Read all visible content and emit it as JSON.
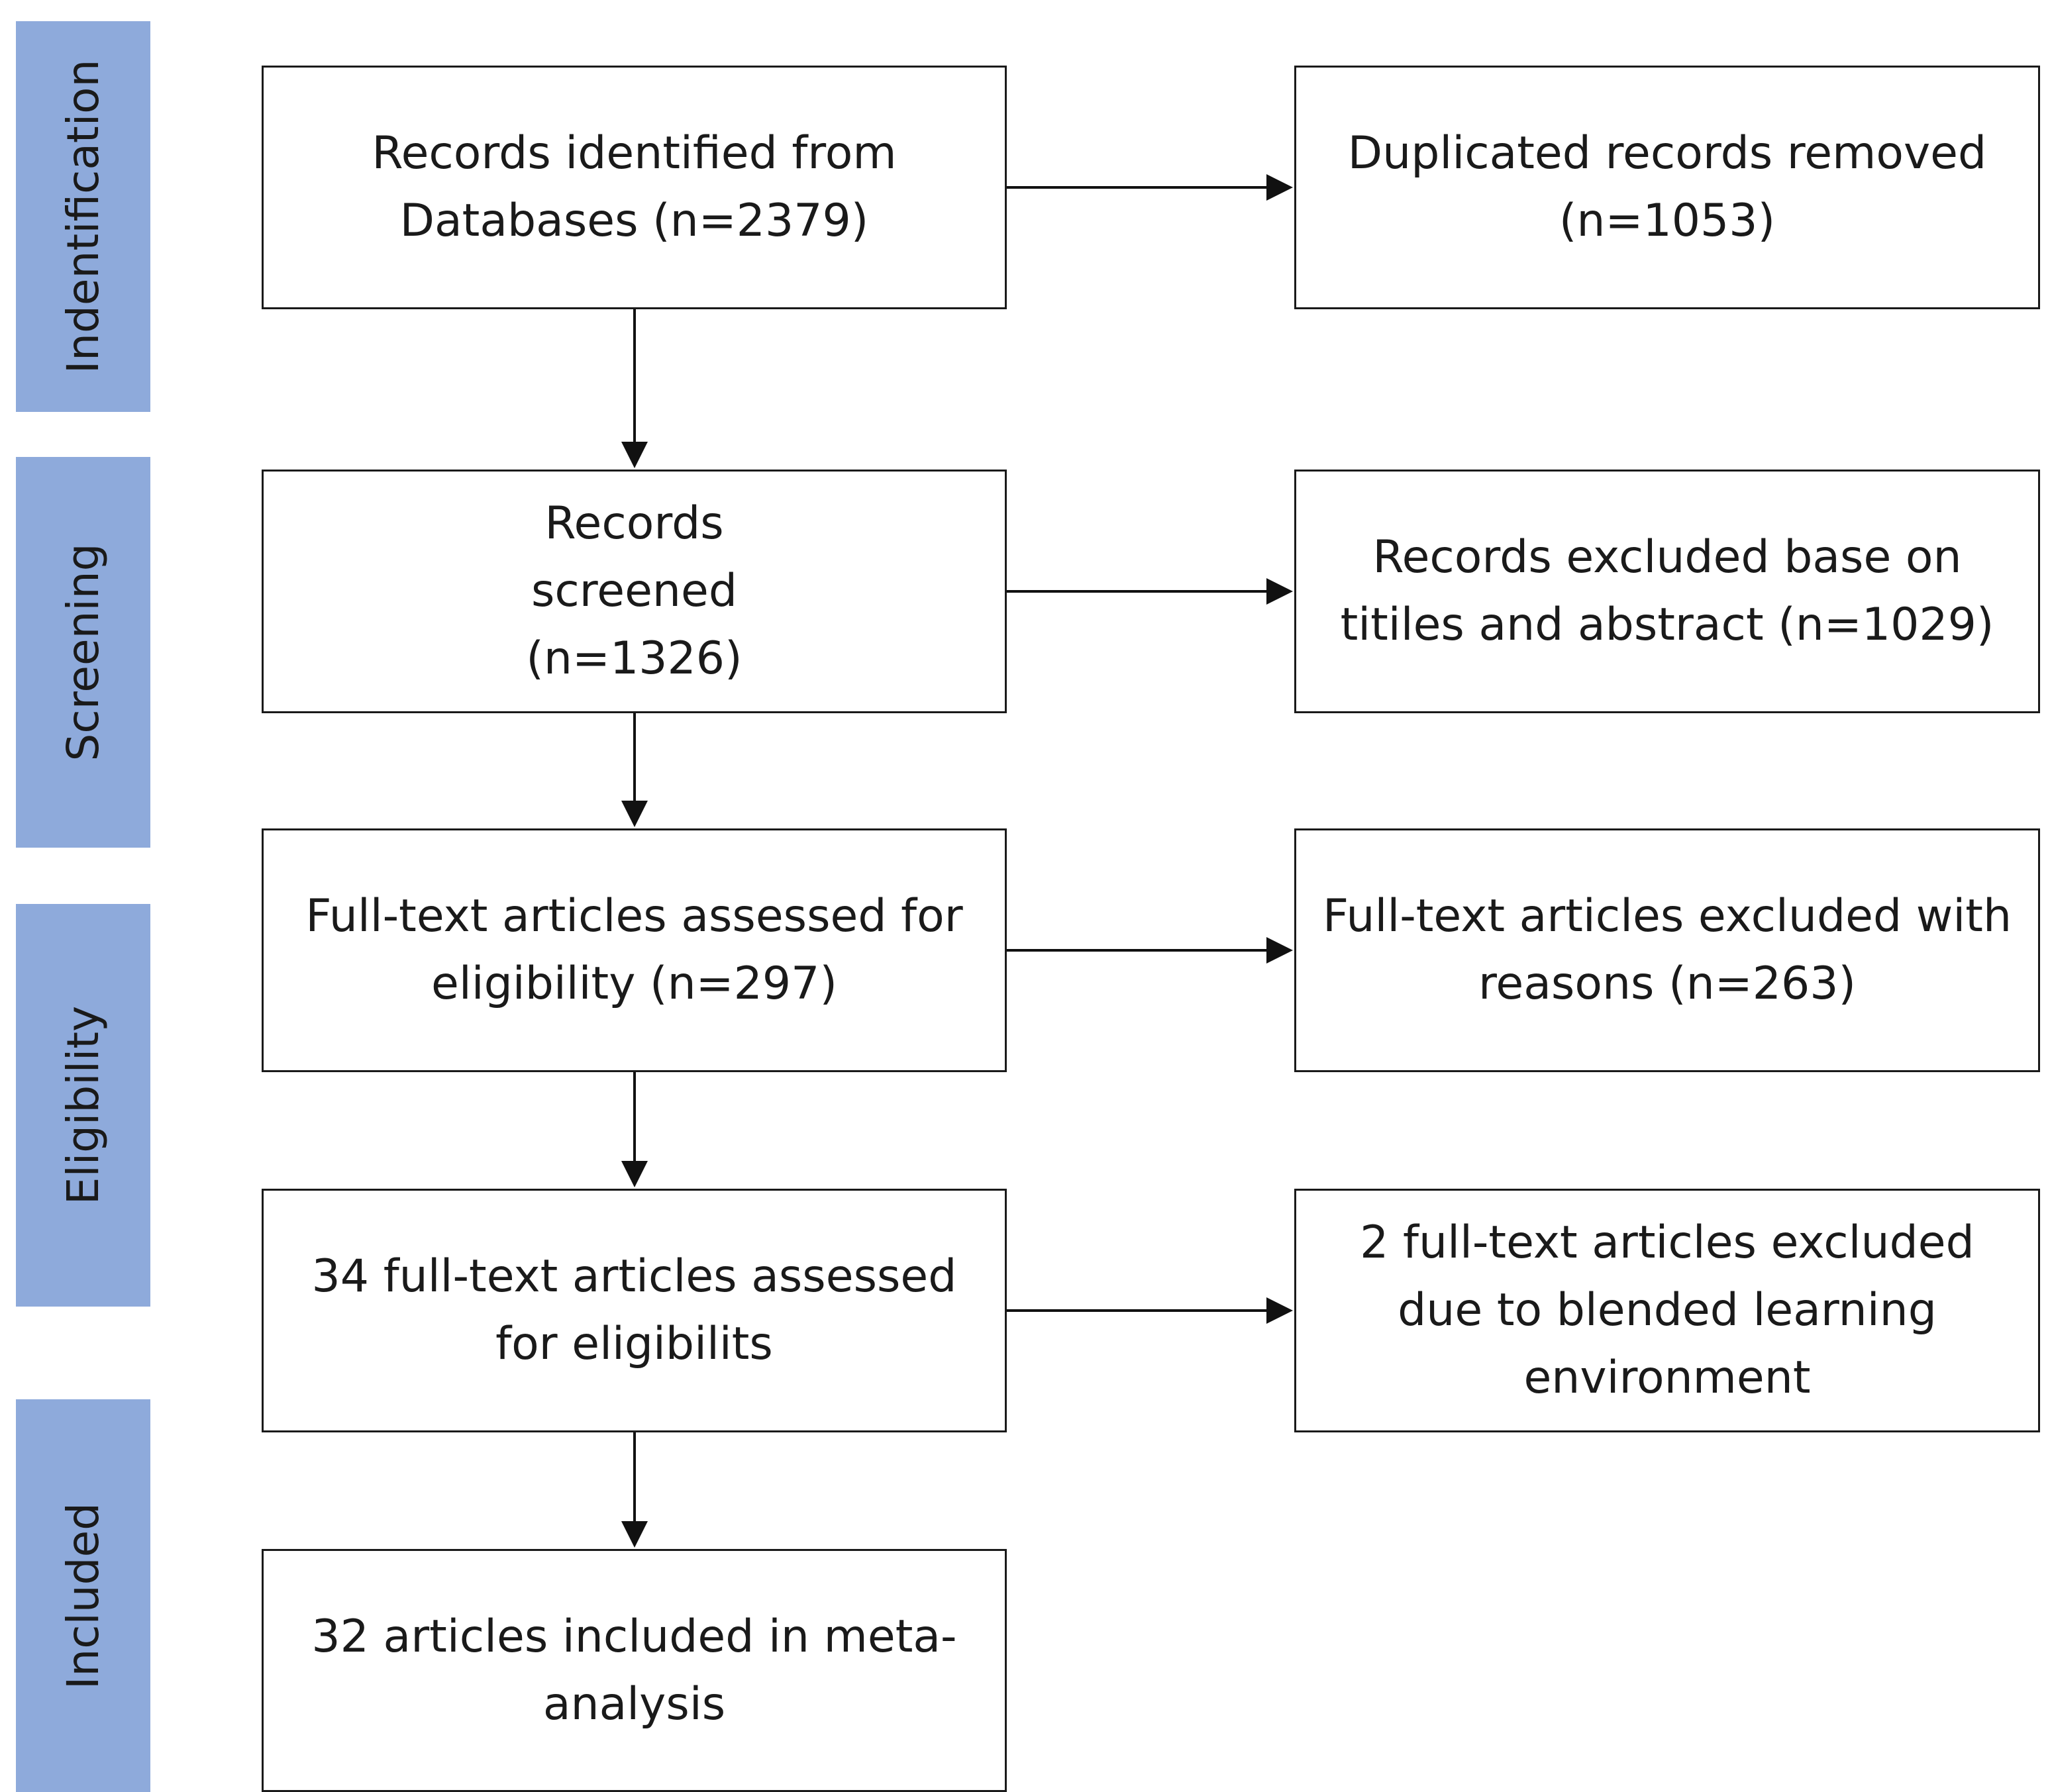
{
  "stages": [
    {
      "label": "Indentification"
    },
    {
      "label": "Screening"
    },
    {
      "label": "Eligibility"
    },
    {
      "label": "Included"
    }
  ],
  "boxes": {
    "identified": "Records identified from Databases (n=2379)",
    "duplicates": "Duplicated records removed (n=1053)",
    "screened": "Records screened (n=1326)",
    "excluded_titles": "Records excluded base on titiles and abstract (n=1029)",
    "fulltext_assessed": "Full-text articles assessed for eligibility (n=297)",
    "fulltext_excluded": "Full-text articles excluded with reasons (n=263)",
    "assessed_34": "34 full-text articles assessed for eligibilits",
    "excluded_blended": "2 full-text articles excluded due to blended learning environment",
    "included": "32 articles included in meta-analysis"
  }
}
